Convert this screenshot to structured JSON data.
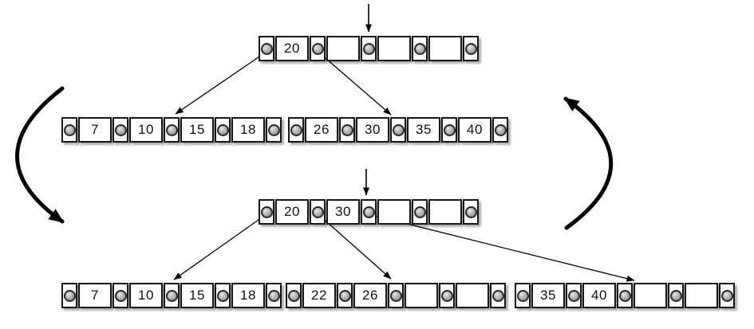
{
  "diagram": {
    "type": "btree-insert-split",
    "nodes": [
      {
        "id": "before-root",
        "role": "root of tree before split",
        "keys": [
          "20",
          "",
          "",
          ""
        ]
      },
      {
        "id": "before-child-left",
        "role": "left child before split",
        "keys": [
          "7",
          "10",
          "15",
          "18"
        ]
      },
      {
        "id": "before-child-right",
        "role": "right child before split",
        "keys": [
          "26",
          "30",
          "35",
          "40"
        ]
      },
      {
        "id": "after-root",
        "role": "root of tree after split",
        "keys": [
          "20",
          "30",
          "",
          ""
        ]
      },
      {
        "id": "after-child-left",
        "role": "left child after split",
        "keys": [
          "7",
          "10",
          "15",
          "18"
        ]
      },
      {
        "id": "after-child-middle",
        "role": "middle child after split",
        "keys": [
          "22",
          "26",
          "",
          ""
        ]
      },
      {
        "id": "after-child-right",
        "role": "right child after split",
        "keys": [
          "35",
          "40",
          "",
          ""
        ]
      }
    ],
    "arrows": {
      "insertion_marker_top": "vertical arrow pointing at middle pointer of before-root",
      "insertion_marker_bottom": "vertical arrow pointing at middle pointer of after-root",
      "transform_left": "thick curved arrow, top state to bottom state",
      "transform_right": "thick curved arrow, bottom state back up to top state"
    },
    "colors": {
      "node_border": "#161616",
      "key_text": "#111111",
      "arrow": "#000000",
      "dot_ring": "#262626",
      "dot_fill": "#b5b5b5",
      "shadow": "rgba(0,0,0,0.30)"
    }
  }
}
